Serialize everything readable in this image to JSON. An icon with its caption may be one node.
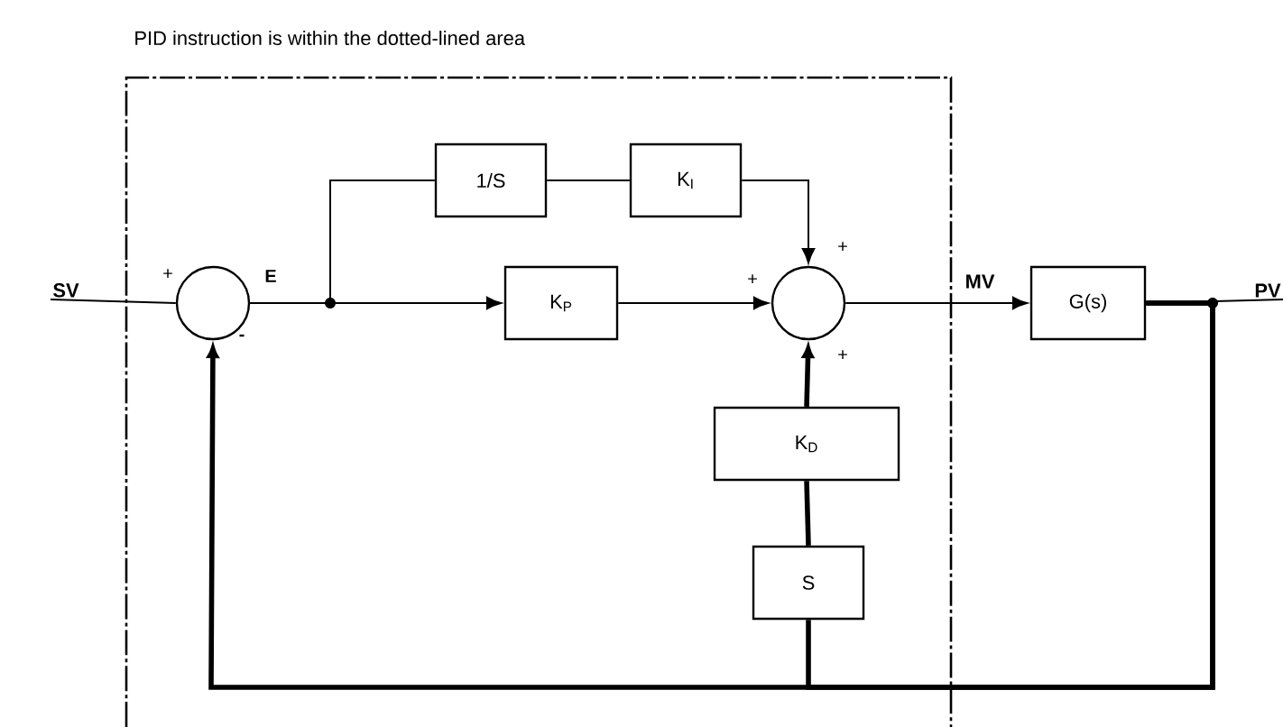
{
  "diagram": {
    "nodes": [
      {
        "text": [
          "SV"
        ]
      },
      {
        "text": [],
        "shape": "circle",
        "beside": [
          "+",
          "E",
          "-"
        ]
      },
      {
        "text": [
          "1/S"
        ]
      },
      {
        "text": [
          "K$_{I}$"
        ]
      },
      {
        "text": [
          "K$_{P}$"
        ]
      },
      {
        "text": [],
        "shape": "circle",
        "beside": [
          "+",
          "+",
          "+"
        ]
      },
      {
        "text": [
          "K$_{D}$"
        ]
      },
      {
        "text": [
          "S"
        ]
      },
      {
        "text": [
          "G(s)"
        ]
      },
      {
        "text": [
          "PV"
        ]
      }
    ],
    "edges": [
      {
        "from": 0,
        "to": 1,
        "arrow": "none"
      },
      {
        "from": 1,
        "to": 2,
        "arrow": "none"
      },
      {
        "from": 1,
        "to": 4,
        "arrow": "to"
      },
      {
        "from": 2,
        "to": 3,
        "arrow": "none"
      },
      {
        "from": 3,
        "to": 5,
        "arrow": "to"
      },
      {
        "from": 4,
        "to": 5,
        "arrow": "to"
      },
      {
        "from": 7,
        "to": 6,
        "arrow": "none",
        "style": "thick"
      },
      {
        "from": 6,
        "to": 5,
        "arrow": "to",
        "style": "thick"
      },
      {
        "from": 5,
        "to": 8,
        "arrow": "to",
        "label": "MV"
      },
      {
        "from": 8,
        "to": 9,
        "arrow": "none"
      },
      {
        "from": 8,
        "to": 7,
        "arrow": "none",
        "style": "thick"
      },
      {
        "from": 8,
        "to": 1,
        "arrow": "to",
        "style": "thick"
      }
    ],
    "labels": [
      "PID instruction is within the dotted-lined area"
    ]
  }
}
